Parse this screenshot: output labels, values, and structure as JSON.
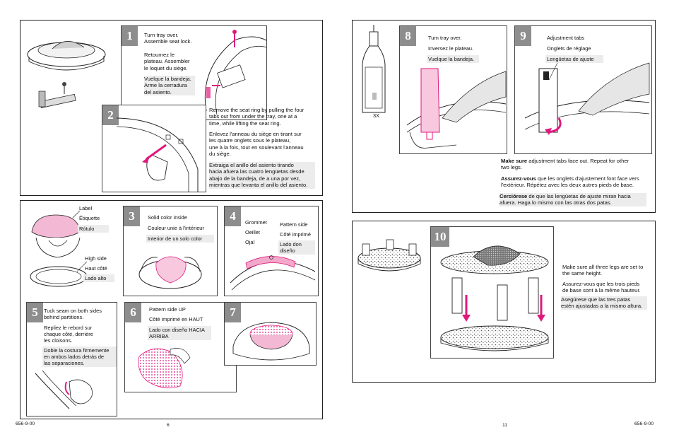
{
  "footer": {
    "left_code": "656-9-00",
    "left_page": "6",
    "right_page": "11",
    "right_code": "656-9-00"
  },
  "step1": {
    "num": "1",
    "en": "Turn tray over.\nAssemble seat lock.",
    "fr": "Retournez le\nplateau. Assembler\nle loquet du siège.",
    "es": "Vuelque la bandeja.\nArme la cerradura\ndel asiento."
  },
  "step2": {
    "num": "2",
    "en": "Remove the seat ring by pulling the four\ntabs out from under the tray, one at a\ntime, while lifting the seat ring.",
    "fr": "Enlevez l'anneau du siège en tirant sur\nles quatre onglets sous le plateau,\nune à la fois, tout en soulevant l'anneau\ndu siège.",
    "es": "Extraiga el anillo del asiento tirando\nhacia afuera las cuatro lengüetas desde\nabajo de la bandeja, de a una por vez,\nmientras que levanta el anillo del asiento."
  },
  "parts": {
    "label_en": "Label",
    "label_fr": "Étiquette",
    "label_es": "Rótulo",
    "high_en": "High side",
    "high_fr": "Haut côté",
    "high_es": "Lado alto"
  },
  "step3": {
    "num": "3",
    "en": "Solid color inside",
    "fr": "Couleur unie à l'intérieur",
    "es": "Interior de un solo color"
  },
  "step4": {
    "num": "4",
    "grommet_en": "Grommet",
    "grommet_fr": "Oeillet",
    "grommet_es": "Ojal",
    "pattern_en": "Pattern side",
    "pattern_fr": "Côté imprimé",
    "pattern_es": "Lado don\ndiseño"
  },
  "step5": {
    "num": "5",
    "en": "Tuck seam on both sides\nbehind partitions.",
    "fr": "Repliez le rebord sur\nchaque côté, derrière\nles cloisons.",
    "es": "Doble la costura firmemente\nen ambos lados detrás de\nlas separaciones."
  },
  "step6": {
    "num": "6",
    "en": "Pattern side UP",
    "fr": "Côté imprimé en HAUT",
    "es": "Lado con diseño HACIA\nARRIBA"
  },
  "step7": {
    "num": "7"
  },
  "bottle": {
    "qty": "3X"
  },
  "step8": {
    "num": "8",
    "en": "Turn tray over.",
    "fr": "Inversez le plateau.",
    "es": "Vuelque la bandeja."
  },
  "step9": {
    "num": "9",
    "en": "Adjustment tabs",
    "fr": "Onglets de réglage",
    "es": "Lengüetas de ajuste",
    "note_en_bold": "Make sure",
    "note_en": " adjustment tabs face out. Repeat for other\ntwo legs.",
    "note_fr_bold": "Assurez-vous",
    "note_fr": " que les onglets d'ajustement font face vers\nl'extérieur. Répétez avec les deux autres pieds de base.",
    "note_es_bold": "Cerciórese",
    "note_es": " de que las lengüetas de ajuste miran hacia\nafuera. Haga lo mismo con las otras dos patas."
  },
  "step10": {
    "num": "10",
    "en": "Make sure all three legs are set to\nthe same height.",
    "fr": "Assurez-vous que les trois pieds\nde base sont à la même hauteur.",
    "es": "Asegúrese que las tres patas\nestén ajustadas a la mismo altura."
  },
  "colors": {
    "accent": "#e0197d",
    "badge": "#8d8d8d",
    "shade": "#ececec"
  }
}
